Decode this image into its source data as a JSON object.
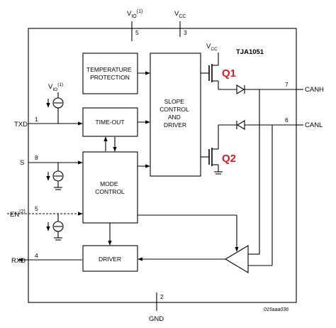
{
  "chip_name": "TJA1051",
  "figure_code": "015aaa036",
  "blocks": {
    "temperature_protection": [
      "TEMPERATURE",
      "PROTECTION"
    ],
    "time_out": [
      "TIME-OUT"
    ],
    "slope_control": [
      "SLOPE",
      "CONTROL",
      "AND",
      "DRIVER"
    ],
    "mode_control": [
      "MODE",
      "CONTROL"
    ],
    "driver": [
      "DRIVER"
    ]
  },
  "signals": {
    "vio": "V",
    "vio_sub": "IO",
    "vio_sup": "(1)",
    "vcc": "V",
    "vcc_sub": "CC",
    "txd": "TXD",
    "s": "S",
    "en": "EN",
    "en_sup": "(2)",
    "rxd": "RXD",
    "gnd": "GND",
    "canh": "CANH",
    "canl": "CANL",
    "inner_vio": "V",
    "inner_vio_sub": "IO",
    "inner_vio_sup": "(1)",
    "inner_vcc": "V",
    "inner_vcc_sub": "CC"
  },
  "pins": {
    "vio": "5",
    "vcc": "3",
    "txd": "1",
    "s": "8",
    "en": "5",
    "rxd": "4",
    "gnd": "2",
    "canh": "7",
    "canl": "6"
  },
  "annotations": {
    "q1": "Q1",
    "q2": "Q2"
  }
}
